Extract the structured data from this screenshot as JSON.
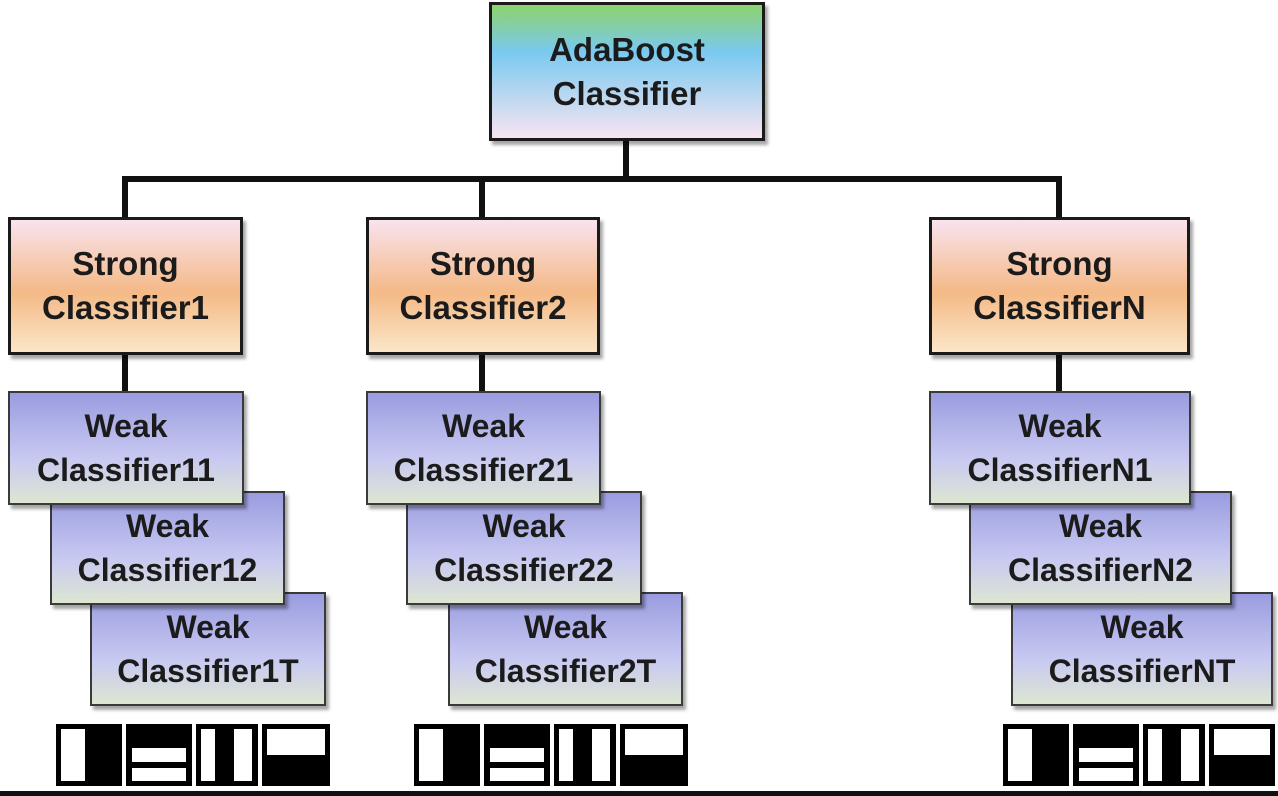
{
  "root": {
    "line1": "AdaBoost",
    "line2": "Classifier"
  },
  "strong": [
    {
      "line1": "Strong",
      "line2": "Classifier1"
    },
    {
      "line1": "Strong",
      "line2": "Classifier2"
    },
    {
      "line1": "Strong",
      "line2": "ClassifierN"
    }
  ],
  "weak": [
    [
      {
        "line1": "Weak",
        "line2": "Classifier11"
      },
      {
        "line1": "Weak",
        "line2": "Classifier12"
      },
      {
        "line1": "Weak",
        "line2": "Classifier1T"
      }
    ],
    [
      {
        "line1": "Weak",
        "line2": "Classifier21"
      },
      {
        "line1": "Weak",
        "line2": "Classifier22"
      },
      {
        "line1": "Weak",
        "line2": "Classifier2T"
      }
    ],
    [
      {
        "line1": "Weak",
        "line2": "ClassifierN1"
      },
      {
        "line1": "Weak",
        "line2": "ClassifierN2"
      },
      {
        "line1": "Weak",
        "line2": "ClassifierNT"
      }
    ]
  ],
  "haar_features": [
    "edge-feature-vertical",
    "edge-feature-horizontal",
    "line-feature-vertical",
    "corner-feature"
  ],
  "colors": {
    "root_gradient": [
      "#8ed36c",
      "#79c9f0",
      "#f8e4f1"
    ],
    "strong_gradient": [
      "#f9e3ef",
      "#f4b986",
      "#fbe6c8"
    ],
    "weak_gradient": [
      "#9a9ce0",
      "#c8c9f1",
      "#dde6d2"
    ],
    "connector": "#111111"
  }
}
